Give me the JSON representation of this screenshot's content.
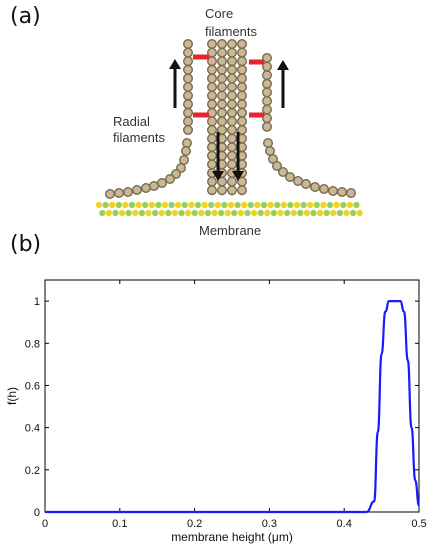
{
  "panel_a": {
    "label": "(a)",
    "core_label_line1": "Core",
    "core_label_line2": "filaments",
    "radial_label_line1": "Radial",
    "radial_label_line2": "filaments",
    "membrane_label": "Membrane",
    "colors": {
      "bead_fill": "#c9b895",
      "bead_stroke": "#7a6a4e",
      "crosslink": "#e8232a",
      "arrow": "#111111",
      "membrane_yellow": "#f2d21b",
      "membrane_green": "#9acd5a"
    }
  },
  "panel_b": {
    "label": "(b)"
  },
  "chart_data": {
    "type": "line",
    "title": "",
    "xlabel": "membrane height (μm)",
    "ylabel": "f(h)",
    "xlim": [
      0,
      0.5
    ],
    "ylim": [
      0,
      1.1
    ],
    "xticks": [
      "0",
      "0.1",
      "0.2",
      "0.3",
      "0.4",
      "0.5"
    ],
    "yticks": [
      "0",
      "0.2",
      "0.4",
      "0.6",
      "0.8",
      "1"
    ],
    "grid": false,
    "line_color": "#1a1aff",
    "series": [
      {
        "x": [
          0,
          0.1,
          0.2,
          0.3,
          0.4,
          0.43,
          0.44,
          0.445,
          0.45,
          0.455,
          0.46,
          0.465,
          0.47,
          0.475,
          0.48,
          0.485,
          0.49,
          0.495,
          0.5
        ],
        "values": [
          0,
          0,
          0,
          0,
          0,
          0,
          0.05,
          0.38,
          0.75,
          0.95,
          1.0,
          1.0,
          1.0,
          1.0,
          0.95,
          0.72,
          0.4,
          0.15,
          0.03
        ]
      }
    ]
  }
}
